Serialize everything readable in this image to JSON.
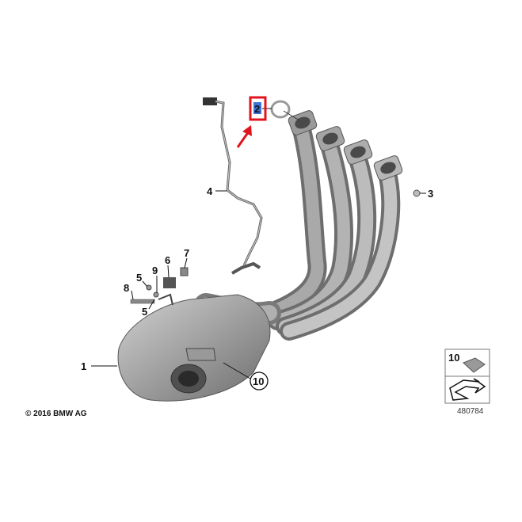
{
  "diagram": {
    "callouts": {
      "p1": "1",
      "p2": "2",
      "p3": "3",
      "p4": "4",
      "p5a": "5",
      "p5b": "5",
      "p6": "6",
      "p7": "7",
      "p8": "8",
      "p9": "9",
      "p10": "10"
    },
    "highlight_color": "#e0141e",
    "selected_part": "2",
    "copyright": "© 2016 BMW AG",
    "legend_box": {
      "number": "10"
    },
    "drawing_id": "480784"
  }
}
